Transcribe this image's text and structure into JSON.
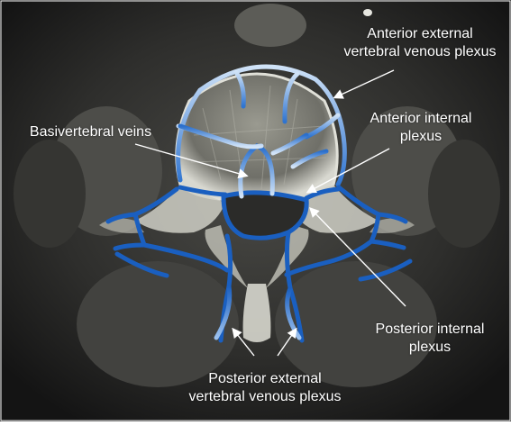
{
  "labels": {
    "anterior_external": {
      "line1": "Anterior external",
      "line2": "vertebral venous plexus"
    },
    "anterior_internal": {
      "line1": "Anterior internal",
      "line2": "plexus"
    },
    "basivertebral": {
      "line1": "Basivertebral veins"
    },
    "posterior_internal": {
      "line1": "Posterior internal",
      "line2": "plexus"
    },
    "posterior_external": {
      "line1": "Posterior external",
      "line2": "vertebral venous plexus"
    }
  },
  "colors": {
    "vein_dark": "#1a5fc0",
    "vein_light": "#b9d4f2",
    "label_text": "#ffffff",
    "scan_background": "#262626",
    "bone": "#d9d9d2"
  }
}
